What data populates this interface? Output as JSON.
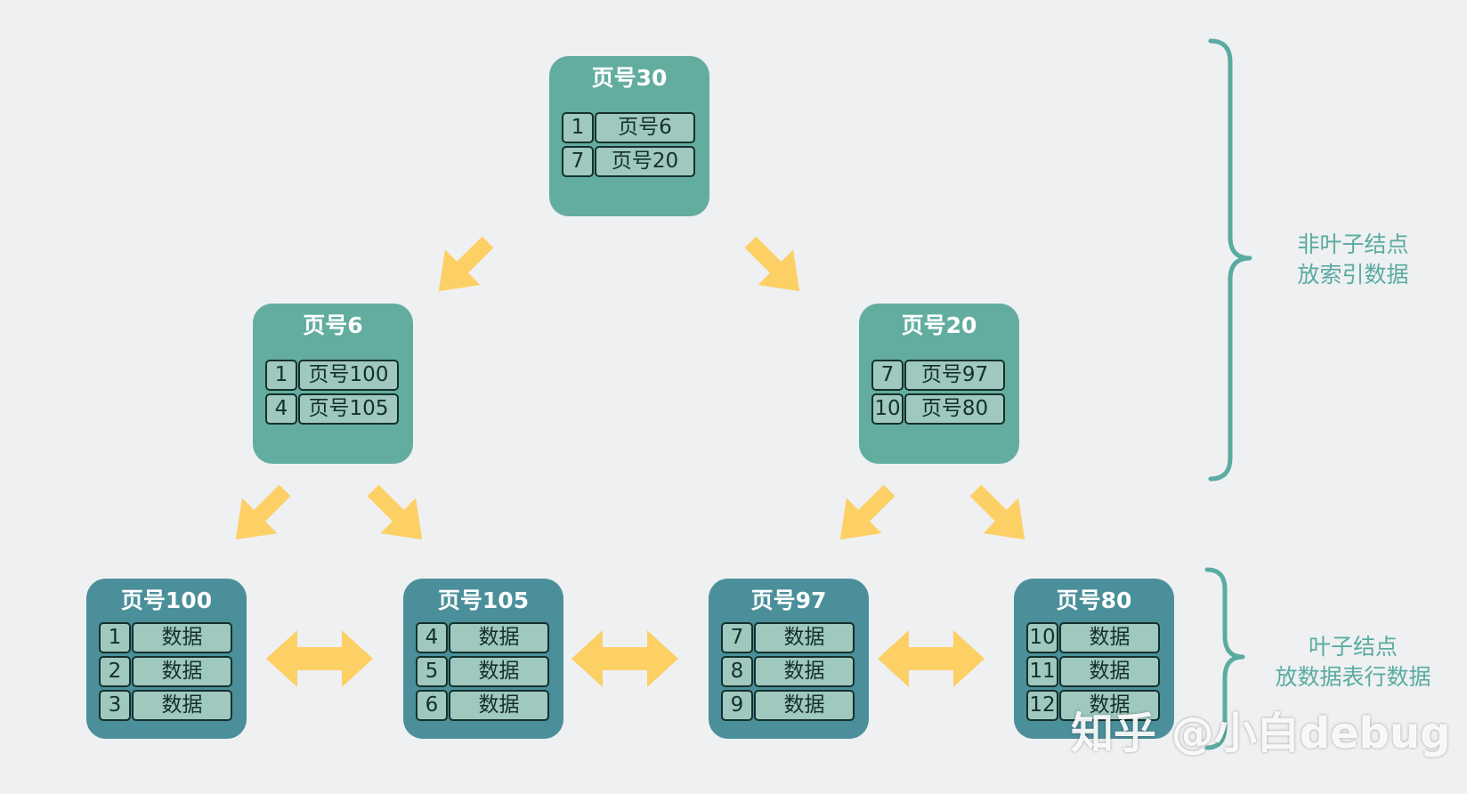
{
  "colors": {
    "background": "#eef0f2",
    "internal_node": "#63ada0",
    "leaf_node": "#4a8f9a",
    "cell": "#9fc8bf",
    "cell_border": "#15302c",
    "arrow": "#fcd064",
    "brace": "#5aaba0",
    "label": "#5aaba0"
  },
  "root": {
    "title": "页号30",
    "rows": [
      {
        "key": "1",
        "val": "页号6"
      },
      {
        "key": "7",
        "val": "页号20"
      }
    ]
  },
  "internal": [
    {
      "title": "页号6",
      "rows": [
        {
          "key": "1",
          "val": "页号100"
        },
        {
          "key": "4",
          "val": "页号105"
        }
      ]
    },
    {
      "title": "页号20",
      "rows": [
        {
          "key": "7",
          "val": "页号97"
        },
        {
          "key": "10",
          "val": "页号80"
        }
      ]
    }
  ],
  "leaves": [
    {
      "title": "页号100",
      "rows": [
        {
          "key": "1",
          "val": "数据"
        },
        {
          "key": "2",
          "val": "数据"
        },
        {
          "key": "3",
          "val": "数据"
        }
      ]
    },
    {
      "title": "页号105",
      "rows": [
        {
          "key": "4",
          "val": "数据"
        },
        {
          "key": "5",
          "val": "数据"
        },
        {
          "key": "6",
          "val": "数据"
        }
      ]
    },
    {
      "title": "页号97",
      "rows": [
        {
          "key": "7",
          "val": "数据"
        },
        {
          "key": "8",
          "val": "数据"
        },
        {
          "key": "9",
          "val": "数据"
        }
      ]
    },
    {
      "title": "页号80",
      "rows": [
        {
          "key": "10",
          "val": "数据"
        },
        {
          "key": "11",
          "val": "数据"
        },
        {
          "key": "12",
          "val": "数据"
        }
      ]
    }
  ],
  "labels": {
    "non_leaf": [
      "非叶子结点",
      "放索引数据"
    ],
    "leaf": [
      "叶子结点",
      "放数据表行数据"
    ]
  },
  "watermark": "知乎 @小白debug"
}
